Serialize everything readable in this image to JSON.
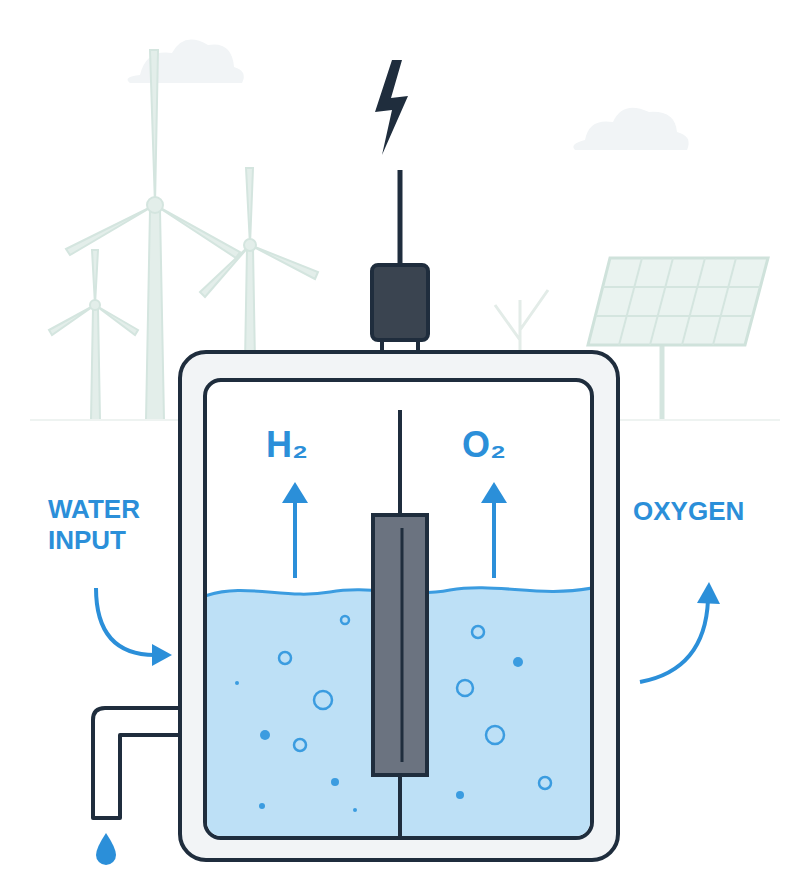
{
  "diagram": {
    "labels": [
      "H₂",
      "O₂",
      "WATER INPUT",
      "OXYGEN"
    ]
  }
}
